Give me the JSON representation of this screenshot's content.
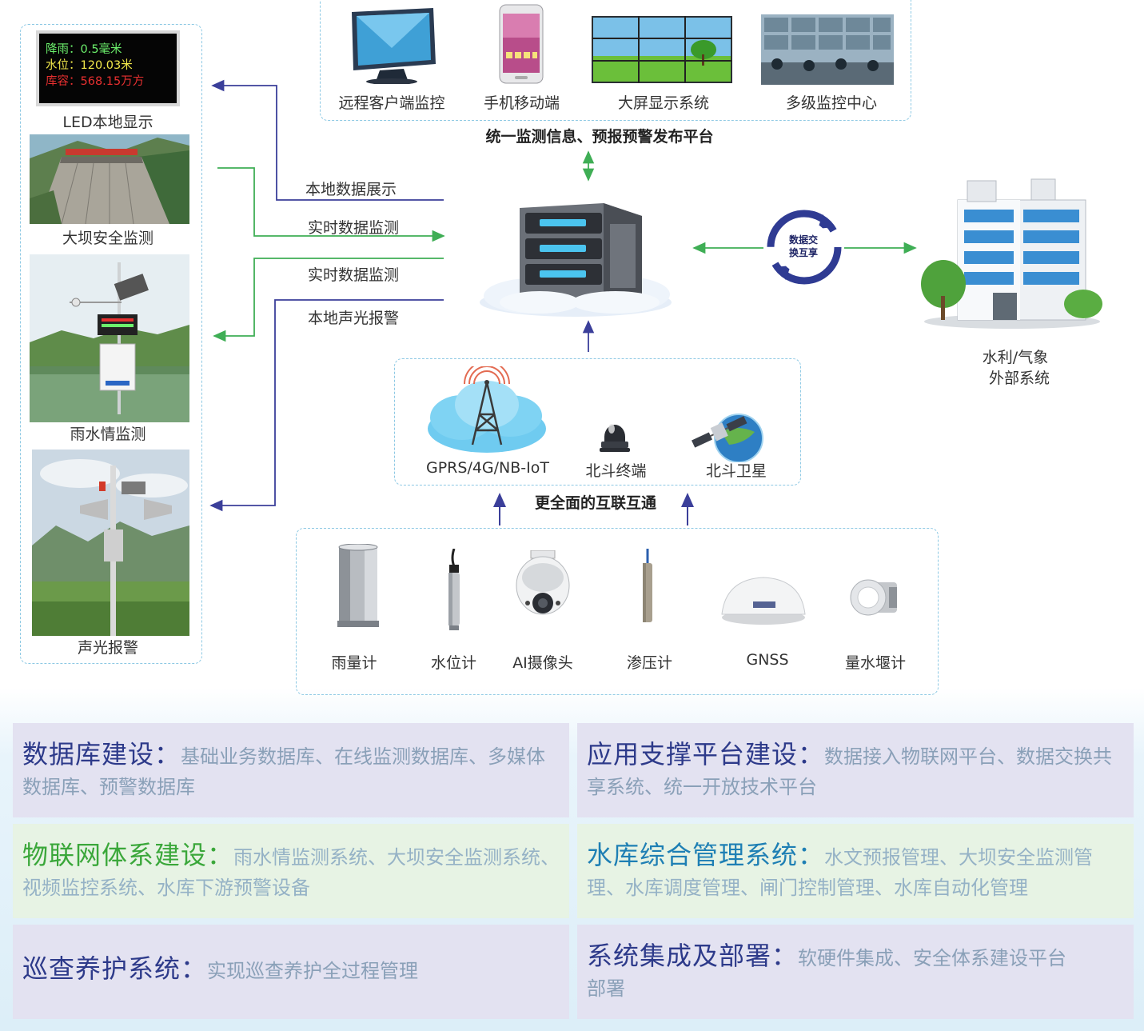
{
  "led_display": {
    "line1": "降雨：0.5毫米",
    "line2": "水位：120.03米",
    "line3": "库容：568.15万方"
  },
  "left_column": {
    "led_label": "LED本地显示",
    "dam_label": "大坝安全监测",
    "rain_label": "雨水情监测",
    "alarm_label": "声光报警"
  },
  "top_platform": {
    "items": [
      "远程客户端监控",
      "手机移动端",
      "大屏显示系统",
      "多级监控中心"
    ],
    "caption": "统一监测信息、预报预警发布平台"
  },
  "arrows": {
    "local_display": "本地数据展示",
    "realtime_out": "实时数据监测",
    "realtime_in": "实时数据监测",
    "local_alarm": "本地声光报警"
  },
  "exchange": {
    "badge": "数据交换互享",
    "badge_line1": "数据交",
    "badge_line2": "换互享",
    "external_line1": "水利/气象",
    "external_line2": "外部系统"
  },
  "network": {
    "items": [
      "GPRS/4G/NB-IoT",
      "北斗终端",
      "北斗卫星"
    ],
    "caption": "更全面的互联互通"
  },
  "sensors": {
    "items": [
      "雨量计",
      "水位计",
      "AI摄像头",
      "渗压计",
      "GNSS",
      "量水堰计"
    ]
  },
  "panels": [
    {
      "title": "数据库建设：",
      "desc": "基础业务数据库、在线监测数据库、多媒体数据库、预警数据库"
    },
    {
      "title": "应用支撑平台建设：",
      "desc": "数据接入物联网平台、数据交换共享系统、统一开放技术平台"
    },
    {
      "title": "物联网体系建设：",
      "desc": "雨水情监测系统、大坝安全监测系统、视频监控系统、水库下游预警设备"
    },
    {
      "title": "水库综合管理系统：",
      "desc": "水文预报管理、大坝安全监测管理、水库调度管理、闸门控制管理、水库自动化管理"
    },
    {
      "title": "巡查养护系统：",
      "desc": "实现巡查养护全过程管理"
    },
    {
      "title": "系统集成及部署：",
      "desc": "软硬件集成、安全体系建设平台部署"
    }
  ],
  "colors": {
    "arrow_purple": "#3b3f9a",
    "arrow_green": "#3fae55",
    "dash_border": "#8ec9e4",
    "panel_purple": "#e3e2f1",
    "panel_green": "#e7f3e4",
    "title_blue": "#2d3a8a",
    "title_green": "#3aa73a"
  }
}
